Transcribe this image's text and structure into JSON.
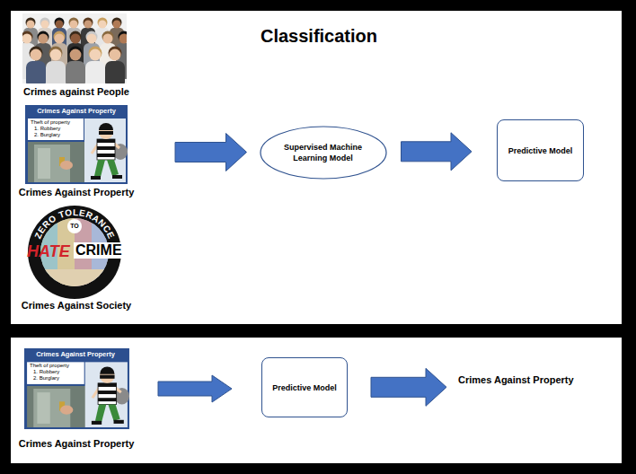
{
  "diagram": {
    "title": "Classification",
    "nodes": [
      {
        "text": [
          "Crimes against People"
        ]
      },
      {
        "text": [
          "Crimes Against Property"
        ]
      },
      {
        "text": [
          "Crimes Against Society"
        ]
      },
      {
        "text": [
          "Supervised Machine Learning Model"
        ]
      },
      {
        "text": [
          "Predictive Model"
        ]
      },
      {
        "text": [
          "Crimes Against Property"
        ]
      },
      {
        "text": [
          "Predictive Model"
        ]
      },
      {
        "text": [
          "Crimes Against Property"
        ]
      }
    ],
    "edges": [
      {
        "from": 1,
        "to": 3,
        "arrow": "to"
      },
      {
        "from": 3,
        "to": 4,
        "arrow": "to"
      },
      {
        "from": 5,
        "to": 6,
        "arrow": "to"
      },
      {
        "from": 6,
        "to": 7,
        "arrow": "to"
      }
    ],
    "labels": [
      "Crimes Against Property",
      "Theft of property",
      "1. Robbery",
      "2. Burglary",
      "ZERO TOLERANCE",
      "TO",
      "HATE",
      "CRIME",
      "Crimes Against Property",
      "Theft of property",
      "1. Robbery",
      "2. Burglary"
    ]
  }
}
